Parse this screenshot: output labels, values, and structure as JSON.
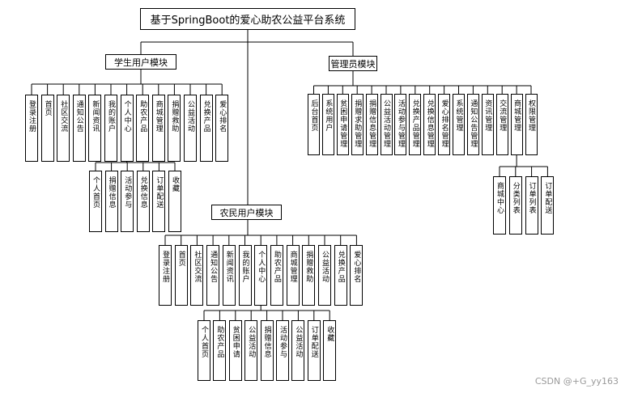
{
  "title": "基于SpringBoot的爱心助农公益平台系统",
  "modules": {
    "student": {
      "name": "学生用户模块",
      "items": [
        "登录注册",
        "首页",
        "社区交流",
        "通知公告",
        "新闻资讯",
        "我的账户",
        "个人中心",
        "助农产品",
        "商城管理",
        "捐赠救助",
        "公益活动",
        "兑换产品",
        "爱心排名"
      ],
      "sub_items": [
        "个人首页",
        "捐赠信息",
        "活动参与",
        "兑换信息",
        "订单配送",
        "收藏"
      ]
    },
    "admin": {
      "name": "管理员模块",
      "items": [
        "后台首页",
        "系统用户",
        "贫困申请管理",
        "捐赠求助管理",
        "捐赠信息管理",
        "公益活动管理",
        "活动参与管理",
        "兑换产品管理",
        "兑换信息管理",
        "爱心排名管理",
        "系统管理",
        "通知公告管理",
        "资讯管理",
        "交流管理",
        "商城管理",
        "权限管理"
      ],
      "sub_items": [
        "商城中心",
        "分类列表",
        "订单列表",
        "订单配送"
      ]
    },
    "farmer": {
      "name": "农民用户模块",
      "items": [
        "登录注册",
        "首页",
        "社区交流",
        "通知公告",
        "新闻资讯",
        "我的账户",
        "个人中心",
        "助农产品",
        "商城管理",
        "捐赠救助",
        "公益活动",
        "兑换产品",
        "爱心排名"
      ],
      "sub_items": [
        "个人首页",
        "助农产品",
        "贫困申请",
        "公益活动",
        "捐赠信息",
        "活动参与",
        "公益活动",
        "订单配送",
        "收藏"
      ]
    }
  },
  "watermark": "CSDN @+G_yy163"
}
